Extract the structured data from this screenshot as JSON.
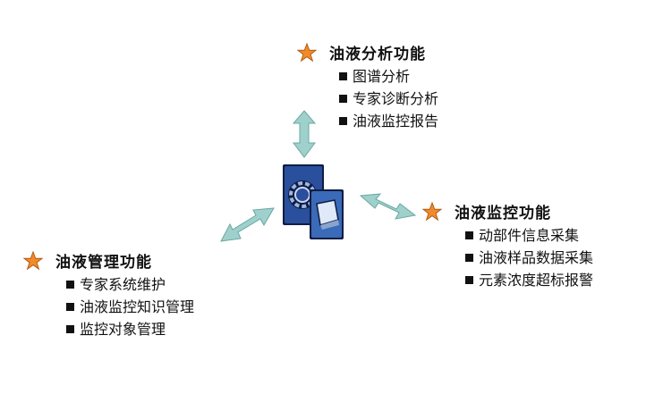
{
  "groups": {
    "analysis": {
      "title": "油液分析功能",
      "items": [
        "图谱分析",
        "专家诊断分析",
        "油液监控报告"
      ]
    },
    "monitor": {
      "title": "油液监控功能",
      "items": [
        "动部件信息采集",
        "油液样品数据采集",
        "元素浓度超标报警"
      ]
    },
    "manage": {
      "title": "油液管理功能",
      "items": [
        "专家系统维护",
        "油液监控知识管理",
        "监控对象管理"
      ]
    }
  },
  "colors": {
    "star_fill": "#f08a2a",
    "star_stroke": "#b05a10",
    "arrow_fill": "#9fd0cc",
    "arrow_stroke": "#6aa8a3",
    "icon_blue": "#2a4f9c",
    "icon_dark": "#0f1d45"
  },
  "icons": {
    "center": "gear-and-monitor-icon",
    "bullet": "square-bullet-icon",
    "heading": "star-icon"
  }
}
